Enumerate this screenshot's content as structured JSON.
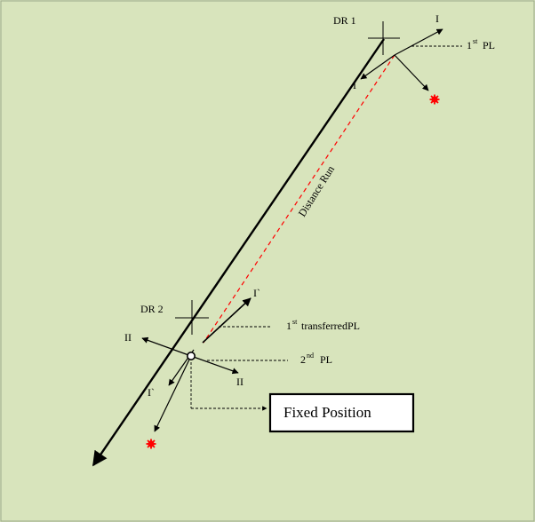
{
  "diagram": {
    "labels": {
      "dr1": "DR 1",
      "dr2": "DR 2",
      "i_top": "I",
      "i_left": "I",
      "i_prime_upper": "I`",
      "i_prime_lower": "I`",
      "ii_left": "II",
      "ii_right": "II",
      "distance_run": "Distance Run",
      "pl1_sup": "st",
      "pl1_text": "PL",
      "pl1_num": "1",
      "tpl_num": "1",
      "tpl_sup": "st",
      "tpl_text": "transferredPL",
      "pl2_num": "2",
      "pl2_sup": "nd",
      "pl2_text": "PL",
      "fixed_position": "Fixed Position"
    },
    "colors": {
      "background": "#d8e4bc",
      "line": "#000000",
      "dashed_red": "#ff0000",
      "marker": "#ff0000",
      "box_fill": "#ffffff"
    }
  }
}
